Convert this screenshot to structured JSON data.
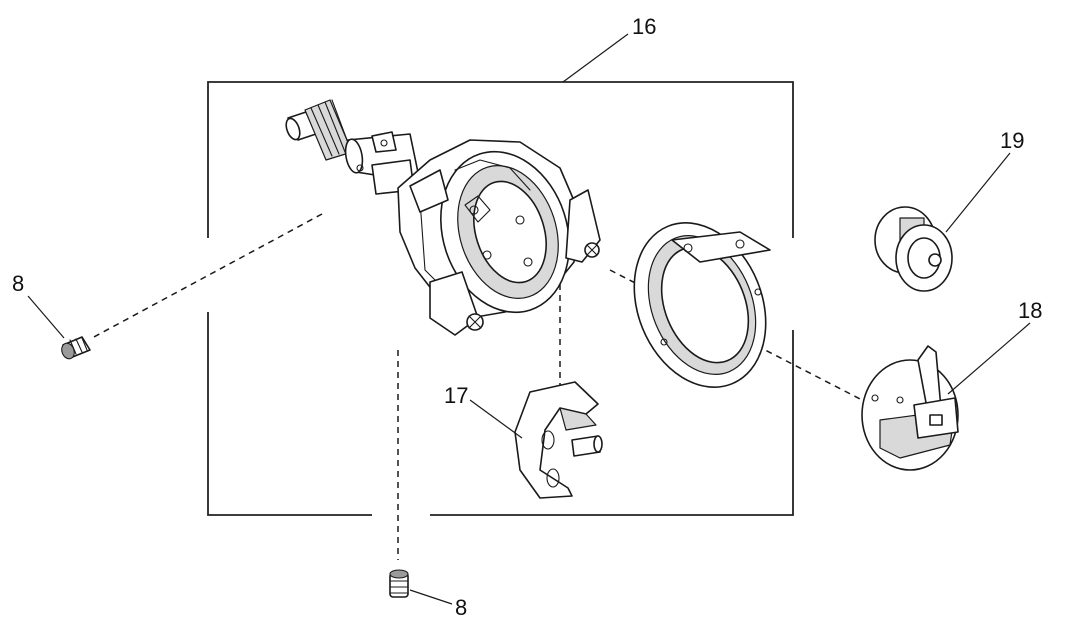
{
  "callouts": {
    "assembly_16": "16",
    "shuttle_hook_17": "17",
    "bobbin_case_18": "18",
    "bobbin_19": "19",
    "set_screw_left_8": "8",
    "set_screw_bottom_8": "8"
  },
  "colors": {
    "line": "#1a1a1a",
    "shading": "#d9d9d9",
    "background": "#ffffff"
  }
}
